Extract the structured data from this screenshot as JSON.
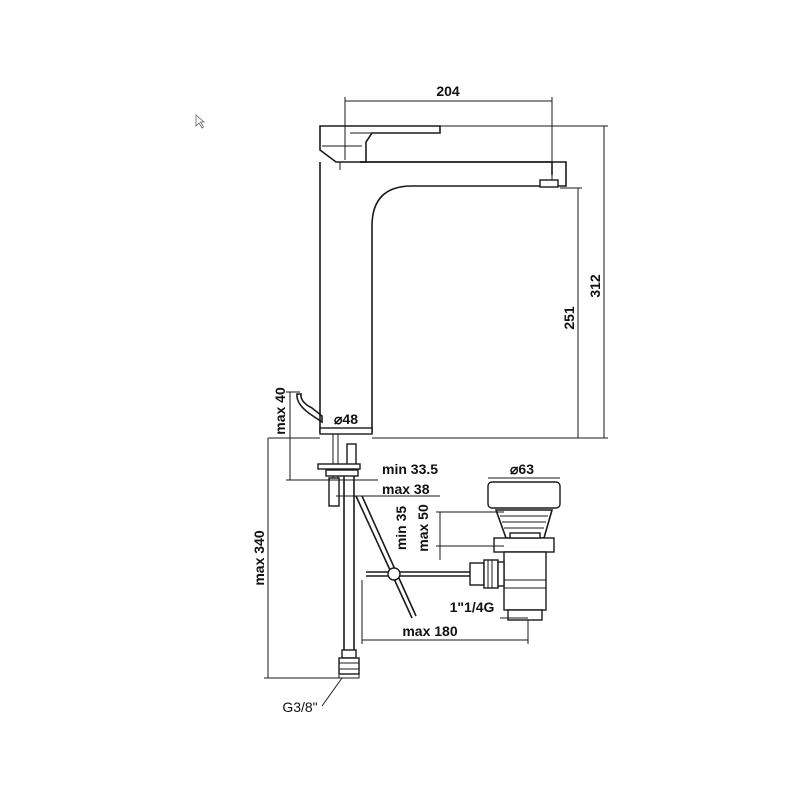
{
  "dimensions": {
    "width": "204",
    "height_total": "312",
    "height_spout": "251",
    "max_40": "max 40",
    "dia_48": "⌀48",
    "min_33_5": "min 33.5",
    "max_38": "max 38",
    "dia_63": "⌀63",
    "min_35": "min 35",
    "max_50": "max 50",
    "max_340": "max 340",
    "thread_1_1_4": "1\"1/4G",
    "max_180": "max 180",
    "thread_g3_8": "G3/8\""
  }
}
